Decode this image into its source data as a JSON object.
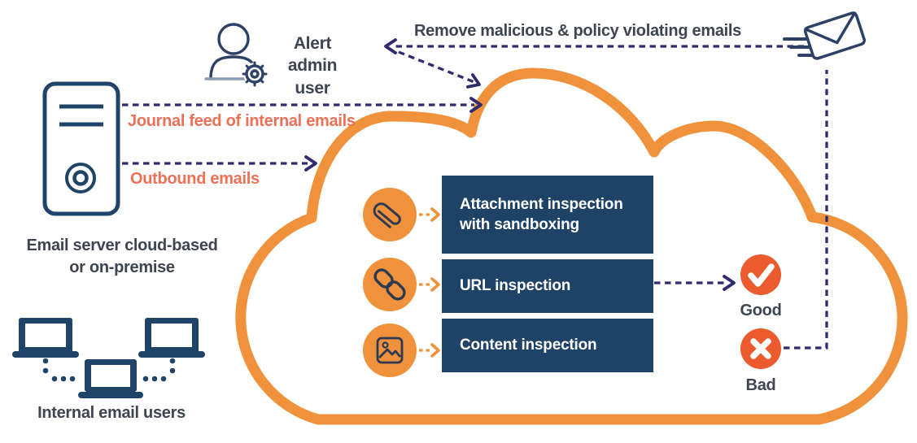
{
  "colors": {
    "cloud_orange": "#F0923B",
    "status_red_orange": "#EC5B2D",
    "icon_navy": "#1F4468",
    "box_navy": "#1F4366",
    "arrow_indigo": "#2E2C6E",
    "flow_label_coral": "#EE7057",
    "text_dark": "#3E4450"
  },
  "top": {
    "remove_emails_label": "Remove malicious & policy violating emails",
    "alert_admin_line1": "Alert admin",
    "alert_admin_line2": "user"
  },
  "left": {
    "journal_feed_label": "Journal feed of internal emails",
    "outbound_label": "Outbound emails",
    "email_server_label_line1": "Email server cloud-based",
    "email_server_label_line2": "or on-premise",
    "internal_users_label": "Internal email users"
  },
  "cloud": {
    "inspections": [
      {
        "icon": "paperclip-icon",
        "label": "Attachment inspection with sandboxing"
      },
      {
        "icon": "link-icon",
        "label": "URL inspection"
      },
      {
        "icon": "image-icon",
        "label": "Content inspection"
      }
    ]
  },
  "verdicts": {
    "good_label": "Good",
    "bad_label": "Bad"
  },
  "icons": [
    "email-server-icon",
    "admin-user-icon",
    "sent-email-icon",
    "laptop-icon",
    "paperclip-icon",
    "link-icon",
    "image-icon",
    "check-icon",
    "cross-icon"
  ]
}
